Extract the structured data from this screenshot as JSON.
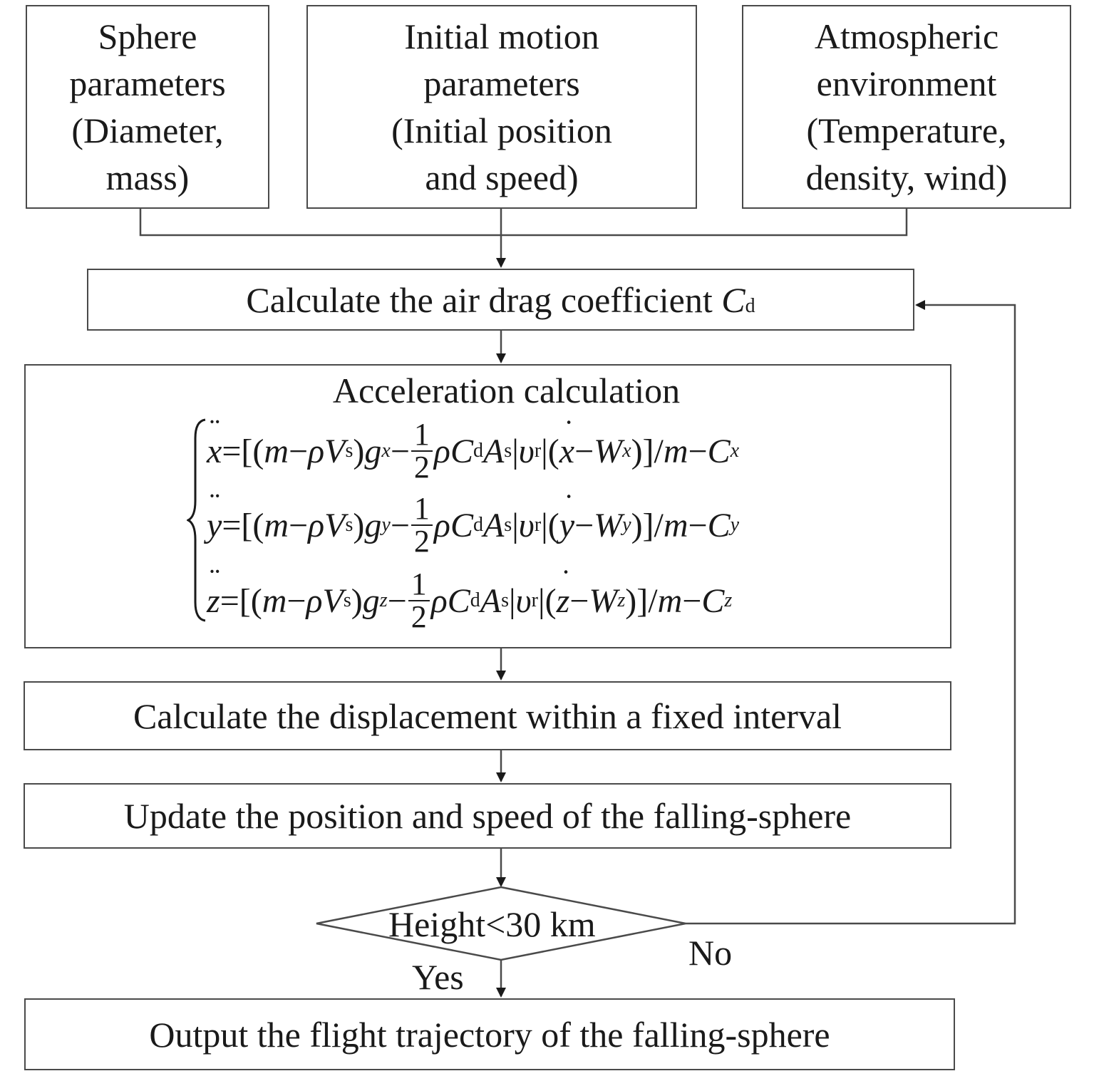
{
  "inputs": {
    "sphere": [
      "Sphere",
      "parameters",
      "(Diameter,",
      "mass)"
    ],
    "motion": [
      "Initial motion",
      "parameters",
      "(Initial position",
      "and speed)"
    ],
    "atmosphere": [
      "Atmospheric",
      "environment",
      "(Temperature,",
      "density, wind)"
    ]
  },
  "steps": {
    "drag_text": "Calculate the air drag coefficient ",
    "drag_symbol": "C",
    "drag_sub": "d",
    "accel_title": "Acceleration calculation",
    "displacement": "Calculate the displacement within a fixed interval",
    "update": "Update the position and speed of the falling-sphere",
    "decision": "Height<30 km",
    "yes": "Yes",
    "no": "No",
    "output": "Output the flight trajectory of the falling-sphere"
  },
  "equations": {
    "axes": [
      "x",
      "y",
      "z"
    ],
    "eq": "=",
    "open": "[(",
    "m": "m",
    "minus": "−",
    "rho": "ρ",
    "V": "V",
    "s": "s",
    "close_paren": ")",
    "g": "g",
    "frac_num": "1",
    "frac_den": "2",
    "C": "C",
    "d": "d",
    "A": "A",
    "bar": "|",
    "v": "υ",
    "r": "r",
    "lparen": "(",
    "W": "W",
    "tail": ")]/",
    "m2": "m",
    "C2": "C"
  },
  "colors": {
    "stroke": "#4a4a4a",
    "text": "#1a1a1a"
  }
}
